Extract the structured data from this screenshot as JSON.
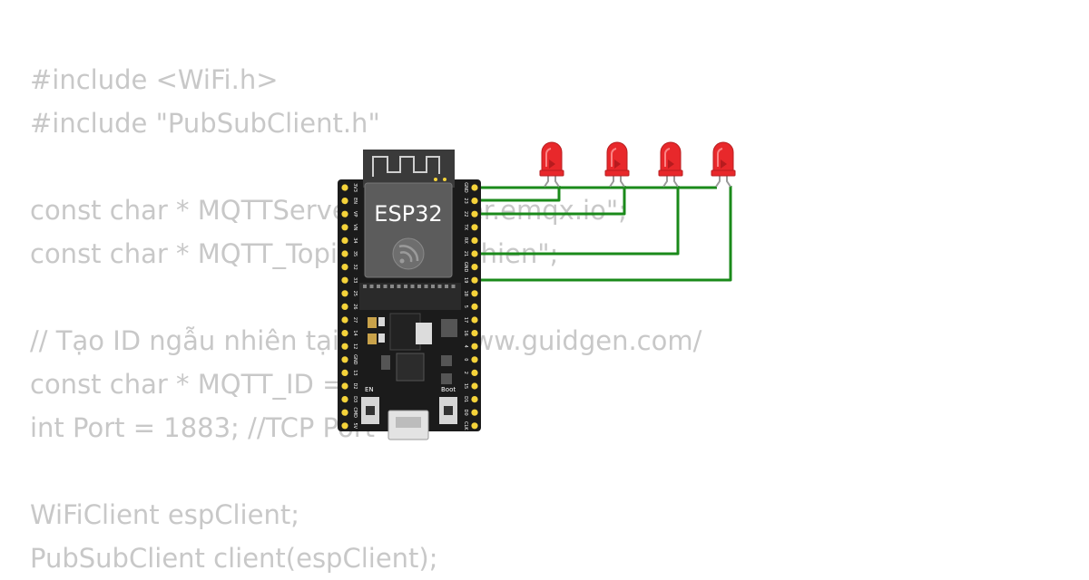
{
  "code_lines": [
    "#include <WiFi.h>",
    "#include \"PubSubClient.h\"",
    "",
    "const char * MQTTServer = \"broker.emqx.io\";",
    "const char * MQTT_Topic = \"DieuKhien\";",
    "",
    "// Tạo ID ngẫu nhiên tại: https://www.guidgen.com/",
    "const char * MQTT_ID = \"\";",
    "int Port = 1883; //TCP Port",
    "",
    "WiFiClient espClient;",
    "PubSubClient client(espClient);"
  ],
  "board": {
    "label": "ESP32",
    "en_label": "EN",
    "boot_label": "Boot",
    "left_pins": [
      "3V3",
      "EN",
      "VP",
      "VN",
      "34",
      "35",
      "32",
      "33",
      "25",
      "26",
      "27",
      "14",
      "12",
      "GND",
      "13",
      "D2",
      "D3",
      "CMD",
      "5V"
    ],
    "right_pins": [
      "GND",
      "23",
      "22",
      "TX",
      "RX",
      "21",
      "GND",
      "19",
      "18",
      "5",
      "17",
      "16",
      "4",
      "0",
      "2",
      "15",
      "D1",
      "D0",
      "CLK"
    ]
  },
  "leds": [
    {
      "name": "led-1",
      "color": "#e8282b"
    },
    {
      "name": "led-2",
      "color": "#e8282b"
    },
    {
      "name": "led-3",
      "color": "#e8282b"
    },
    {
      "name": "led-4",
      "color": "#e8282b"
    }
  ],
  "colors": {
    "code_text": "#c8c8c8",
    "wire": "#1a8a1a",
    "board": "#1b1b1b",
    "pin": "#f5d33a"
  }
}
